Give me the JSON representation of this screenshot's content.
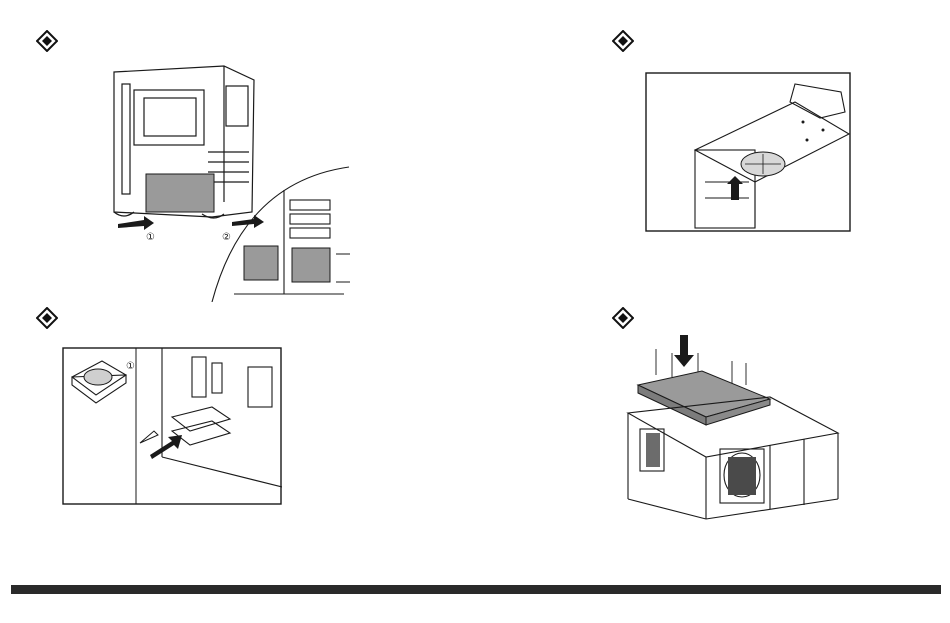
{
  "steps": [
    {
      "id": "step-1",
      "callouts": [
        "①",
        "②"
      ]
    },
    {
      "id": "step-2",
      "callouts": []
    },
    {
      "id": "step-3",
      "callouts": [
        "①"
      ]
    },
    {
      "id": "step-4",
      "callouts": []
    }
  ],
  "icons": {
    "bullet": "diamond-bullet-icon",
    "arrow": "arrow-icon"
  },
  "colors": {
    "line": "#1a1a1a",
    "fill_gray": "#9a9a9a",
    "footer_bar": "#2a2a2a"
  }
}
